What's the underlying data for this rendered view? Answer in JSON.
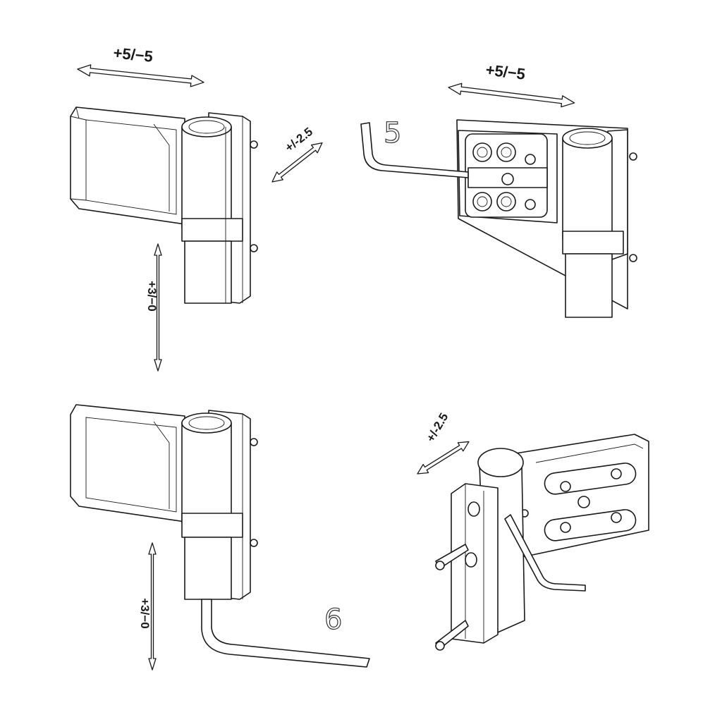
{
  "labels": {
    "tl_horizontal": "+5/−5",
    "tl_depth": "+/-2.5",
    "tl_vertical": "+3/−0",
    "tr_horizontal": "+5/−5",
    "tr_step": "5",
    "bl_vertical": "+3/−0",
    "bl_step": "6",
    "br_depth": "+/-2.5"
  },
  "colors": {
    "line": "#1a1a1a",
    "background": "#ffffff"
  }
}
